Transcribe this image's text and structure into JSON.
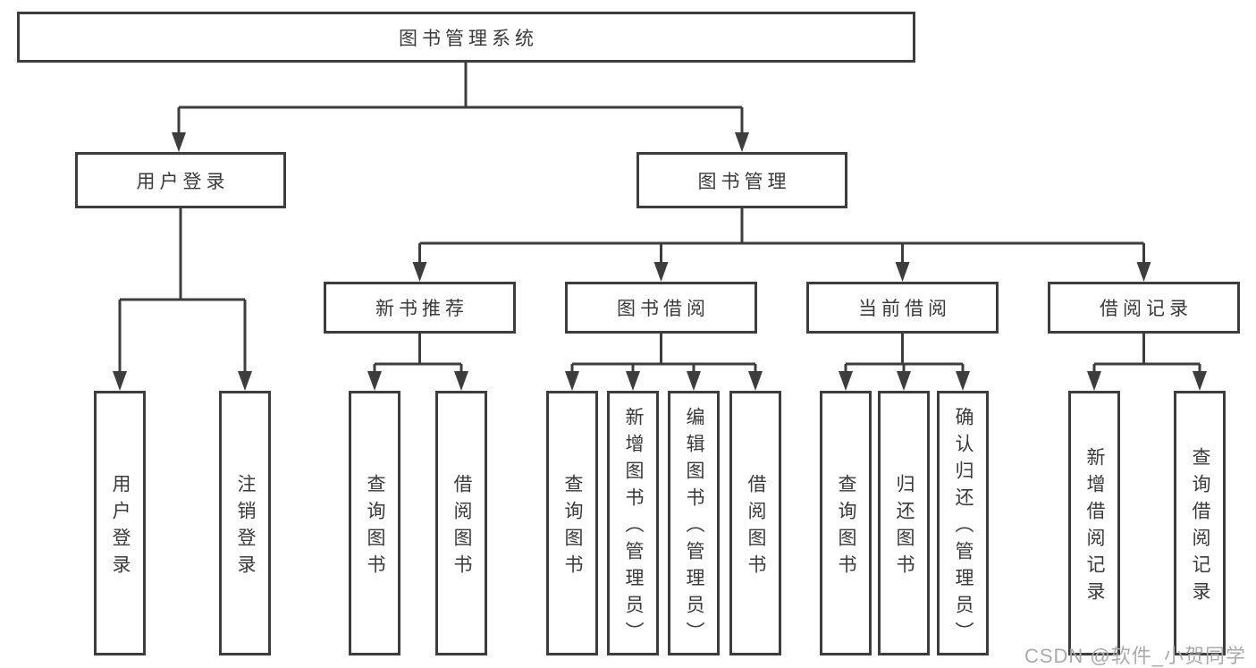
{
  "tree": {
    "label": "图书管理系统",
    "children": [
      {
        "label": "用户登录",
        "children": [
          {
            "label": "用户登录"
          },
          {
            "label": "注销登录"
          }
        ]
      },
      {
        "label": "图书管理",
        "children": [
          {
            "label": "新书推荐",
            "children": [
              {
                "label": "查询图书"
              },
              {
                "label": "借阅图书"
              }
            ]
          },
          {
            "label": "图书借阅",
            "children": [
              {
                "label": "查询图书"
              },
              {
                "label": "新增图书（管理员）"
              },
              {
                "label": "编辑图书（管理员）"
              },
              {
                "label": "借阅图书"
              }
            ]
          },
          {
            "label": "当前借阅",
            "children": [
              {
                "label": "查询图书"
              },
              {
                "label": "归还图书"
              },
              {
                "label": "确认归还（管理员）"
              }
            ]
          },
          {
            "label": "借阅记录",
            "children": [
              {
                "label": "新增借阅记录"
              },
              {
                "label": "查询借阅记录"
              }
            ]
          }
        ]
      }
    ]
  },
  "watermark": "CSDN @软件_小贺同学",
  "colors": {
    "line": "#3d3d3d",
    "text": "#3a3a3a",
    "watermark": "#aaaaaa",
    "background": "#ffffff"
  }
}
